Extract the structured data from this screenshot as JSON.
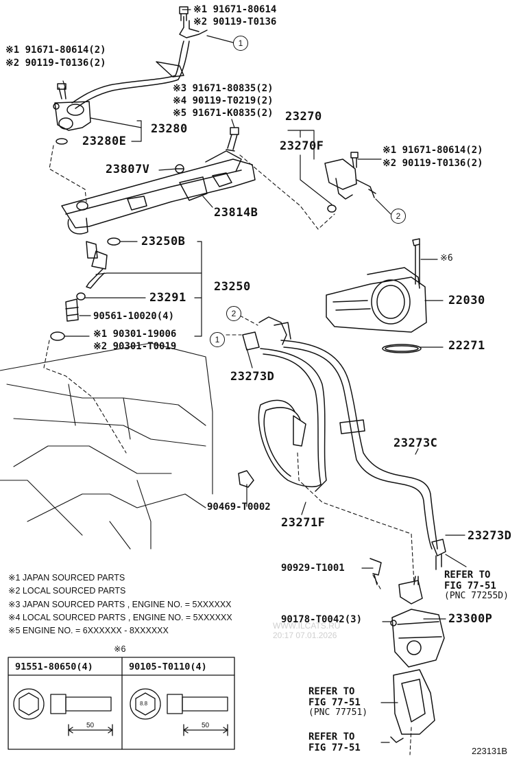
{
  "labels": {
    "p1_a": "※1 91671-80614",
    "p1_b": "※2 90119-T0136",
    "p2_a": "※1 91671-80614(2)",
    "p2_b": "※2 90119-T0136(2)",
    "p3_a": "※3 91671-80835(2)",
    "p3_b": "※4 90119-T0219(2)",
    "p3_c": "※5 91671-K0835(2)",
    "p23270": "23270",
    "p23270F": "23270F",
    "p4_a": "※1 91671-80614(2)",
    "p4_b": "※2 90119-T0136(2)",
    "p23280": "23280",
    "p23280E": "23280E",
    "p23807V": "23807V",
    "p23814B": "23814B",
    "p23250B": "23250B",
    "p23250": "23250",
    "p23291": "23291",
    "p90561": "90561-10020(4)",
    "p5_a": "※1 90301-19006",
    "p5_b": "※2 90301-T0019",
    "star6": "※6",
    "p22030": "22030",
    "p22271": "22271",
    "p23273D_a": "23273D",
    "p23273C": "23273C",
    "p90469": "90469-T0002",
    "p23271F": "23271F",
    "p23273D_b": "23273D",
    "p90929": "90929-T1001",
    "p90178": "90178-T0042(3)",
    "p23300P": "23300P",
    "ref1_a": "REFER TO",
    "ref1_b": "FIG 77-51",
    "ref1_c": "(PNC 77255D)",
    "ref2_a": "REFER TO",
    "ref2_b": "FIG 77-51",
    "ref2_c": "(PNC 77751)",
    "ref3_a": "REFER TO",
    "ref3_b": "FIG 77-51",
    "fig_id": "223131B"
  },
  "circles": {
    "c1_top": "1",
    "c2_right": "2",
    "c2_mid": "2",
    "c1_mid": "1"
  },
  "notes": [
    "※1 JAPAN SOURCED PARTS",
    "※2 LOCAL SOURCED PARTS",
    "※3 JAPAN SOURCED PARTS , ENGINE NO. = 5XXXXXX",
    "※4 LOCAL SOURCED PARTS , ENGINE NO. = 5XXXXXX",
    "※5 ENGINE NO. = 6XXXXXX - 8XXXXXX"
  ],
  "table": {
    "title": "※6",
    "col1": "91551-80650(4)",
    "col2": "90105-T0110(4)",
    "dim1": "50",
    "dim2": "50",
    "head_mark": "8.8"
  },
  "watermark": {
    "line1": "WWW.ILCATS.RU",
    "line2": "20:17 07.01.2026"
  }
}
